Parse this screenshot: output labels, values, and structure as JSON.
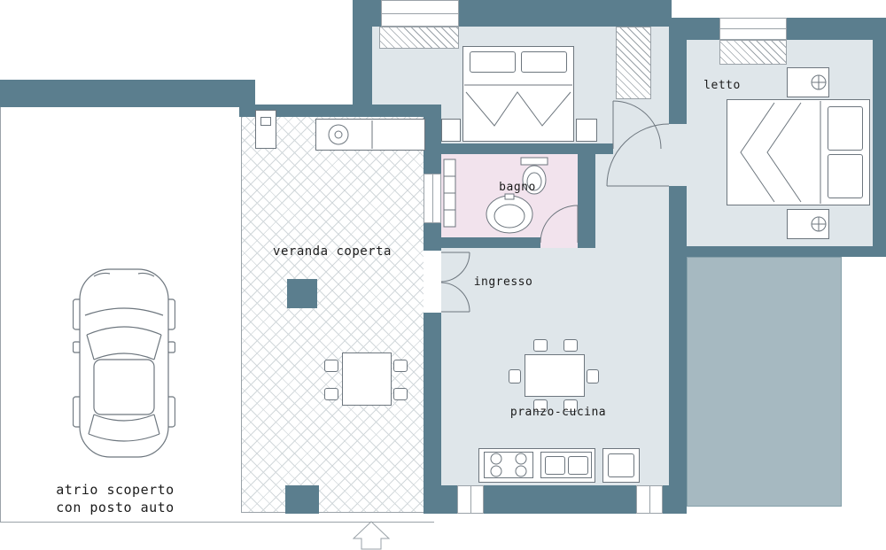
{
  "colors": {
    "wall": "#5b7e8e",
    "floor": "#dfe6ea",
    "bath": "#f2e3ed",
    "terrace": "#a6b9c1",
    "hatch": "#d2d8db",
    "line": "#9aa2a8",
    "stroke": "#6d767e",
    "text": "#1b1b1b"
  },
  "rooms": {
    "veranda": {
      "label": "veranda coperta"
    },
    "bagno": {
      "label": "bagno"
    },
    "ingresso": {
      "label": "ingresso"
    },
    "pranzo_cucina": {
      "label": "pranzo-cucina"
    },
    "letto": {
      "label": "letto"
    },
    "atrio": {
      "line1": "atrio scoperto",
      "line2": "con posto auto"
    }
  }
}
